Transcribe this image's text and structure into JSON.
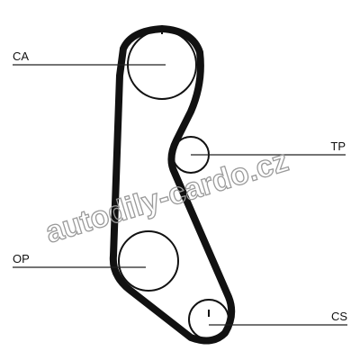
{
  "labels": {
    "ca": "CA",
    "tp": "TP",
    "op": "OP",
    "cs": "CS"
  },
  "watermark": "autodily-cardo.cz",
  "colors": {
    "ink": "#111111",
    "watermark": "#9a9a9a",
    "background": "#ffffff"
  }
}
